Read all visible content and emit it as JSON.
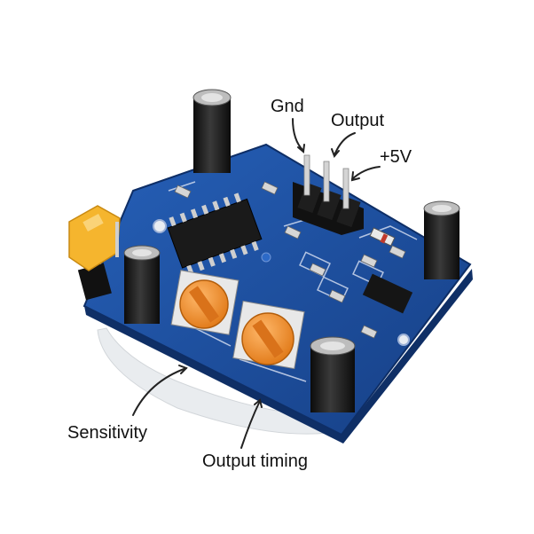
{
  "labels": {
    "gnd": "Gnd",
    "output": "Output",
    "plus5v": "+5V",
    "sensitivity": "Sensitivity",
    "output_timing": "Output timing"
  },
  "colors": {
    "pcb": "#1d4f9e",
    "pcb_dark": "#123a78",
    "trimmer": "#f2922b",
    "jumper": "#f5b52e",
    "lens": "#eef0f2",
    "capacitor": "#1c1c1c",
    "pin": "#d9d9d9"
  }
}
